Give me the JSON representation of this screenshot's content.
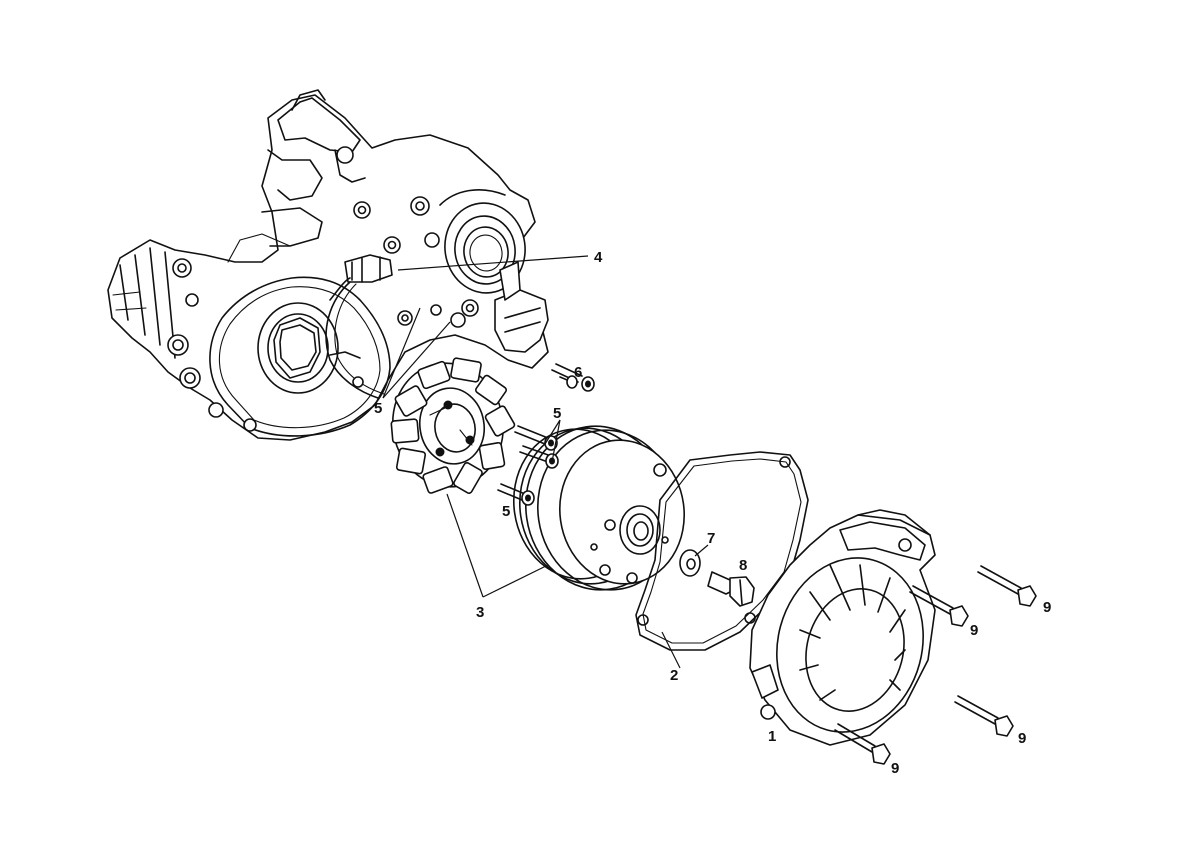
{
  "callouts": {
    "c1": "1",
    "c2": "2",
    "c3": "3",
    "c4": "4",
    "c5a": "5",
    "c5b": "5",
    "c5c": "5",
    "c6": "6",
    "c7": "7",
    "c8": "8",
    "c9a": "9",
    "c9b": "9",
    "c9c": "9",
    "c9d": "9"
  },
  "colors": {
    "line": "#111111",
    "background": "#ffffff"
  }
}
